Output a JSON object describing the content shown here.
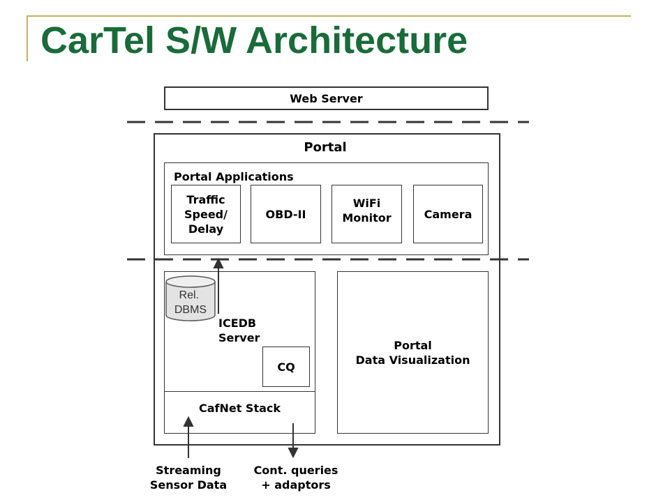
{
  "slide": {
    "title": "CarTel S/W Architecture"
  },
  "diagram": {
    "web_server": "Web Server",
    "portal": "Portal",
    "portal_applications": "Portal Applications",
    "apps": [
      "Traffic\nSpeed/\nDelay",
      "OBD-II",
      "WiFi\nMonitor",
      "Camera"
    ],
    "db_label": "Rel.\nDBMS",
    "icedb_server": "ICEDB\nServer",
    "cq": "CQ",
    "cafnet_stack": "CafNet Stack",
    "portal_visualization": "Portal\nData Visualization",
    "input_label": "Streaming\nSensor Data",
    "output_label": "Cont. queries\n+ adaptors"
  },
  "colors": {
    "title": "#1a6b3a",
    "accent_line": "#c8b44a",
    "stroke": "#333333"
  }
}
